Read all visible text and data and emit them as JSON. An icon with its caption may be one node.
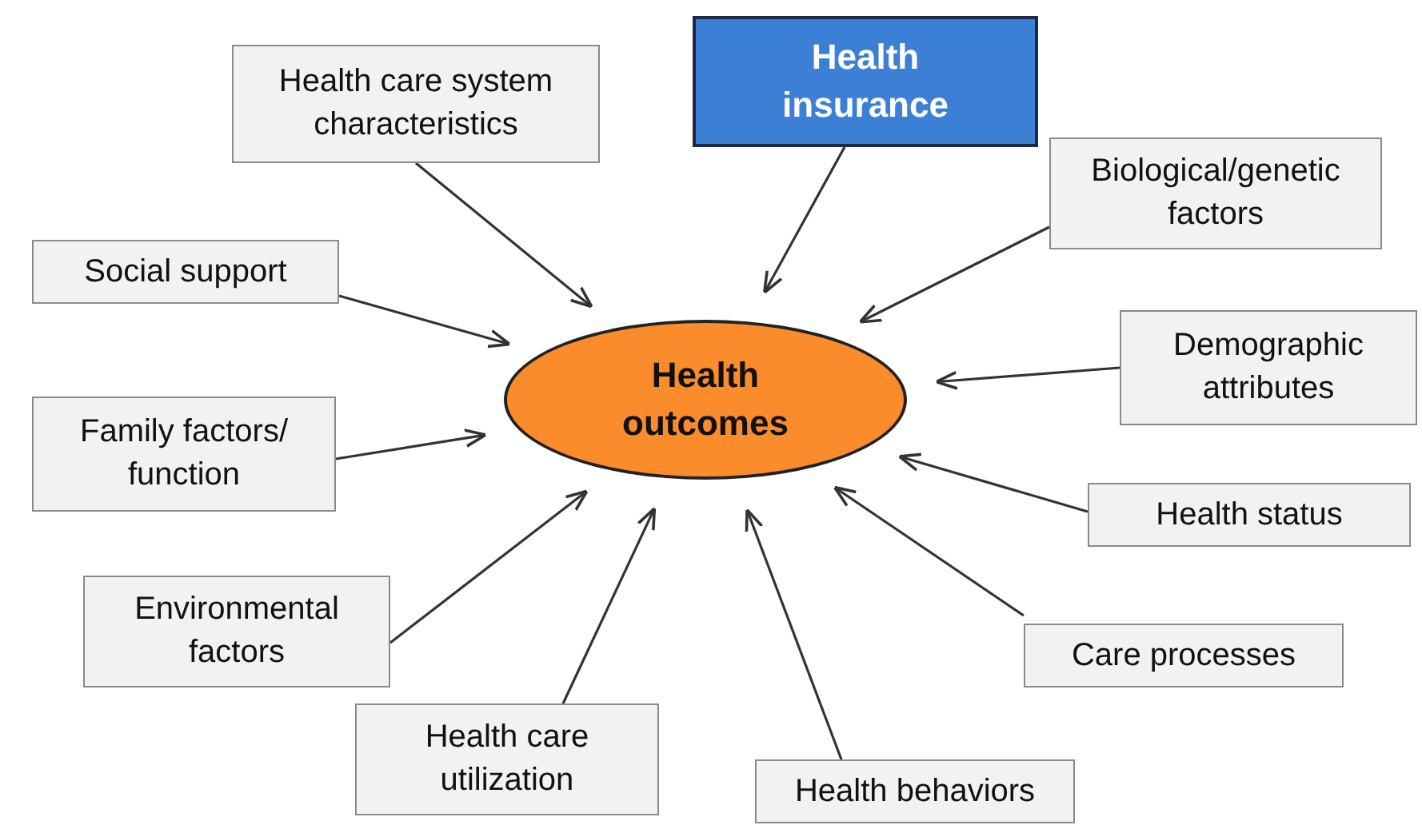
{
  "diagram": {
    "nodes": [
      {
        "text": [
          "Health outcomes"
        ]
      },
      {
        "text": [
          "Health care system characteristics"
        ]
      },
      {
        "text": [
          "Health insurance"
        ]
      },
      {
        "text": [
          "Biological/genetic factors"
        ]
      },
      {
        "text": [
          "Social support"
        ]
      },
      {
        "text": [
          "Demographic attributes"
        ]
      },
      {
        "text": [
          "Family factors/ function"
        ]
      },
      {
        "text": [
          "Health status"
        ]
      },
      {
        "text": [
          "Environmental factors"
        ]
      },
      {
        "text": [
          "Care processes"
        ]
      },
      {
        "text": [
          "Health care utilization"
        ]
      },
      {
        "text": [
          "Health behaviors"
        ]
      }
    ],
    "edges": [
      {
        "from": 1,
        "to": 0,
        "arrow": "to"
      },
      {
        "from": 2,
        "to": 0,
        "arrow": "to"
      },
      {
        "from": 3,
        "to": 0,
        "arrow": "to"
      },
      {
        "from": 4,
        "to": 0,
        "arrow": "to"
      },
      {
        "from": 5,
        "to": 0,
        "arrow": "to"
      },
      {
        "from": 6,
        "to": 0,
        "arrow": "to"
      },
      {
        "from": 7,
        "to": 0,
        "arrow": "to"
      },
      {
        "from": 8,
        "to": 0,
        "arrow": "to"
      },
      {
        "from": 9,
        "to": 0,
        "arrow": "to"
      },
      {
        "from": 10,
        "to": 0,
        "arrow": "to"
      },
      {
        "from": 11,
        "to": 0,
        "arrow": "to"
      }
    ]
  }
}
